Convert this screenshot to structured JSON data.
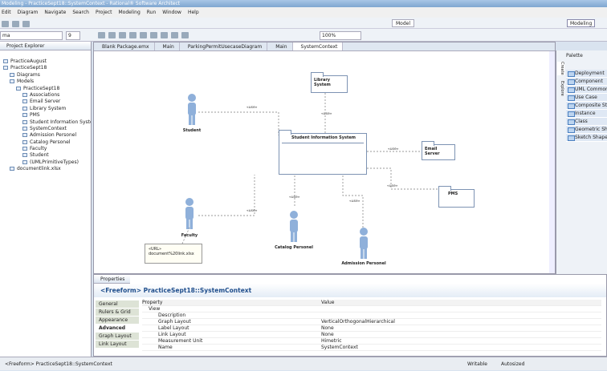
{
  "window": {
    "title": "Modeling - PracticeSept18::SystemContext - Rational® Software Architect"
  },
  "menu": [
    "Edit",
    "Diagram",
    "Navigate",
    "Search",
    "Project",
    "Modeling",
    "Run",
    "Window",
    "Help"
  ],
  "toolbar": {
    "font": "ma",
    "font_size": "9",
    "zoom": "100%",
    "model_label": "Model",
    "perspective": "Modeling"
  },
  "explorer": {
    "title": "Project Explorer",
    "items": [
      {
        "label": "PracticeAugust",
        "depth": 0
      },
      {
        "label": "PracticeSept18",
        "depth": 0
      },
      {
        "label": "Diagrams",
        "depth": 1
      },
      {
        "label": "Models",
        "depth": 1
      },
      {
        "label": "PracticeSept18",
        "depth": 2
      },
      {
        "label": "Associations",
        "depth": 3
      },
      {
        "label": "Email Server",
        "depth": 3
      },
      {
        "label": "Library System",
        "depth": 3
      },
      {
        "label": "PMS",
        "depth": 3
      },
      {
        "label": "Student Information System",
        "depth": 3
      },
      {
        "label": "SystemContext",
        "depth": 3
      },
      {
        "label": "Admission Personel",
        "depth": 3
      },
      {
        "label": "Catalog Personel",
        "depth": 3
      },
      {
        "label": "Faculty",
        "depth": 3
      },
      {
        "label": "Student",
        "depth": 3
      },
      {
        "label": "(UMLPrimitiveTypes)",
        "depth": 3
      },
      {
        "label": "documentlink.xlsx",
        "depth": 1
      }
    ]
  },
  "editor_tabs": [
    "Blank Package.emx",
    "Main",
    "ParkingPermitUsecaseDiagram",
    "Main",
    "SystemContext"
  ],
  "diagram": {
    "packages": {
      "library": "Library System",
      "sis": "Student Information System",
      "email": "Email Server",
      "pms": "PMS"
    },
    "actors": {
      "student": "Student",
      "faculty": "Faculty",
      "catalog": "Catalog Personel",
      "admission": "Admission Personel"
    },
    "use_label": "«use»",
    "note": {
      "line1": "«URL»",
      "line2": "document%20link.xlsx"
    }
  },
  "palette": {
    "title": "Palette",
    "side_tabs": [
      "Create",
      "Explore"
    ],
    "drawers": [
      "Deployment",
      "Component",
      "UML Common",
      "Use Case",
      "Composite Stru...",
      "Instance",
      "Class",
      "Geometric Shapes",
      "Sketch Shapes"
    ]
  },
  "properties": {
    "tab": "Properties",
    "title": "<Freeform> PracticeSept18::SystemContext",
    "tabs": [
      "General",
      "Rulers & Grid",
      "Appearance",
      "Advanced",
      "Graph Layout",
      "Link Layout"
    ],
    "selected_tab": "Advanced",
    "col_property": "Property",
    "col_value": "Value",
    "group": "View",
    "rows": [
      {
        "p": "Description",
        "v": ""
      },
      {
        "p": "Graph Layout",
        "v": "VerticalOrthogonalHierarchical"
      },
      {
        "p": "Label Layout",
        "v": "None"
      },
      {
        "p": "Link Layout",
        "v": "None"
      },
      {
        "p": "Measurement Unit",
        "v": "Himetric"
      },
      {
        "p": "Name",
        "v": "SystemContext"
      }
    ]
  },
  "status": {
    "selection": "<Freeform> PracticeSept18::SystemContext",
    "mode": "Writable",
    "insert": "Autosized"
  }
}
